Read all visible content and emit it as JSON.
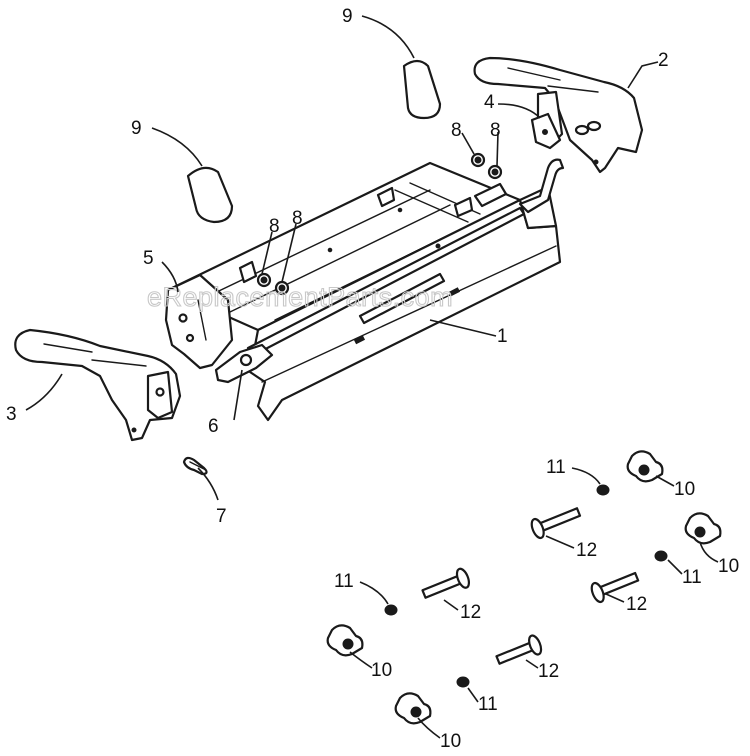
{
  "watermark": "eReplacementParts.com",
  "callouts": [
    {
      "label": "1"
    },
    {
      "label": "2"
    },
    {
      "label": "3"
    },
    {
      "label": "4"
    },
    {
      "label": "5"
    },
    {
      "label": "6"
    },
    {
      "label": "7"
    },
    {
      "label": "8"
    },
    {
      "label": "8"
    },
    {
      "label": "8"
    },
    {
      "label": "8"
    },
    {
      "label": "9"
    },
    {
      "label": "9"
    },
    {
      "label": "10"
    },
    {
      "label": "10"
    },
    {
      "label": "10"
    },
    {
      "label": "10"
    },
    {
      "label": "11"
    },
    {
      "label": "11"
    },
    {
      "label": "11"
    },
    {
      "label": "11"
    },
    {
      "label": "12"
    },
    {
      "label": "12"
    },
    {
      "label": "12"
    },
    {
      "label": "12"
    }
  ]
}
